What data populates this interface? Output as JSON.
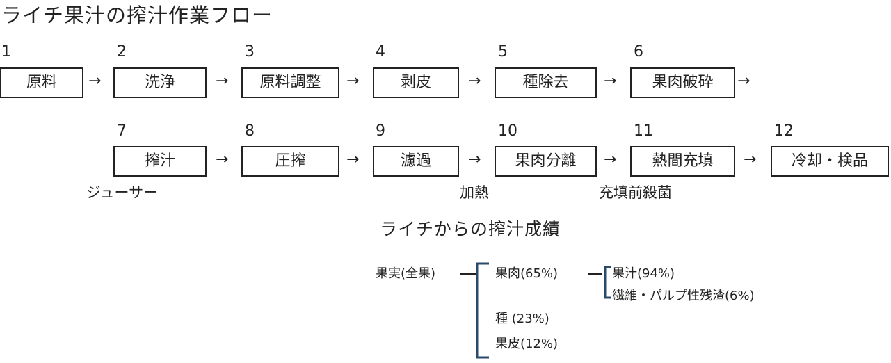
{
  "title": "ライチ果汁の搾汁作業フロー",
  "arrow": "→",
  "row1": {
    "steps": [
      {
        "num": "1",
        "label": "原料"
      },
      {
        "num": "2",
        "label": "洗浄"
      },
      {
        "num": "3",
        "label": "原料調整"
      },
      {
        "num": "4",
        "label": "剥皮"
      },
      {
        "num": "5",
        "label": "種除去"
      },
      {
        "num": "6",
        "label": "果肉破砕"
      }
    ]
  },
  "row2": {
    "steps": [
      {
        "num": "7",
        "label": "搾汁"
      },
      {
        "num": "8",
        "label": "圧搾"
      },
      {
        "num": "9",
        "label": "濾過"
      },
      {
        "num": "10",
        "label": "果肉分離"
      },
      {
        "num": "11",
        "label": "熱間充填"
      },
      {
        "num": "12",
        "label": "冷却・検品"
      }
    ],
    "notes": {
      "juicer": "ジューサー",
      "heating": "加熱",
      "prefill_sterilization": "充填前殺菌"
    }
  },
  "yield": {
    "title": "ライチからの搾汁成績",
    "root": "果実(全果)",
    "flesh": "果肉(65%)",
    "seed": "種 (23%)",
    "peel": "果皮(12%)",
    "juice": "果汁(94%)",
    "residue": "繊維・パルプ性残渣(6%)"
  }
}
